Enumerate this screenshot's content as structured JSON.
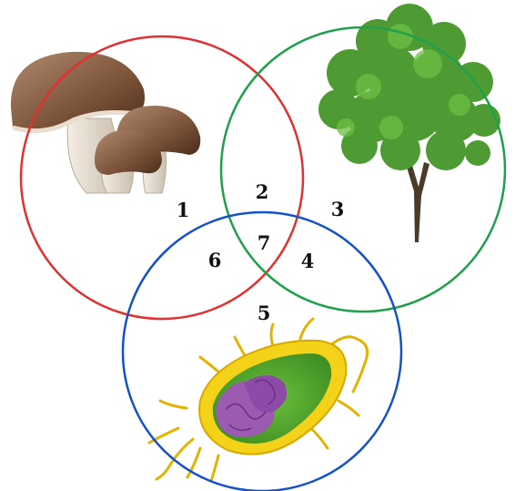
{
  "diagram": {
    "type": "venn-3",
    "sets": [
      {
        "illustration": "mushroom-icon",
        "color": "#e03030"
      },
      {
        "illustration": "tree-icon",
        "color": "#1fa04a"
      },
      {
        "illustration": "bacterium-icon",
        "color": "#1452c8"
      }
    ],
    "regions": {
      "r1": "1",
      "r2": "2",
      "r3": "3",
      "r4": "4",
      "r5": "5",
      "r6": "6",
      "r7": "7"
    }
  }
}
